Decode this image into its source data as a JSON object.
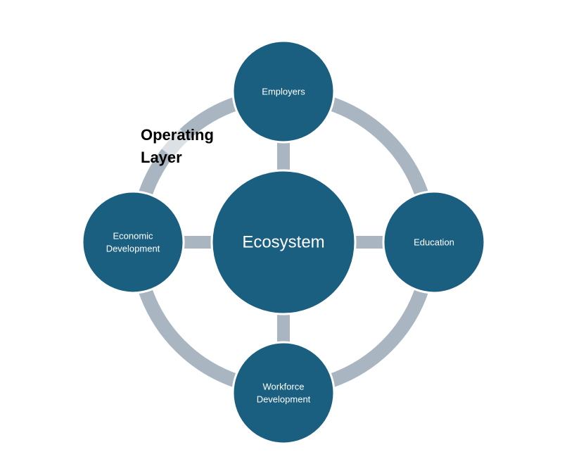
{
  "diagram": {
    "center": {
      "label": "Ecosystem"
    },
    "nodes": {
      "top": {
        "lines": [
          "Employers"
        ]
      },
      "right": {
        "lines": [
          "Education"
        ]
      },
      "bottom": {
        "lines": [
          "Workforce",
          "Development"
        ]
      },
      "left": {
        "lines": [
          "Economic",
          "Development"
        ]
      }
    },
    "layer_label": {
      "line1": "Operating",
      "line2": "Layer"
    },
    "colors": {
      "node_fill": "#1a5f80",
      "node_stroke": "#ffffff",
      "ring": "#a9b5c1",
      "connector": "#a9b5c1",
      "label_text": "#ffffff",
      "layer_text": "#000000"
    }
  }
}
